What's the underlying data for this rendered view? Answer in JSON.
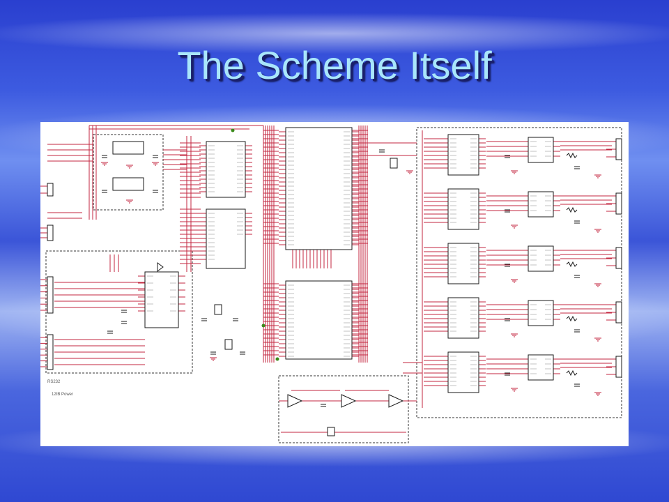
{
  "slide": {
    "title": "The Scheme Itself"
  },
  "schematic": {
    "labels": {
      "power": "12IB Power",
      "rs232": "RS232"
    },
    "colors": {
      "wire": "#c3263f",
      "outline": "#1a1a1a",
      "region_border": "#333333",
      "text": "#555555",
      "title_text": "#a9e6fb"
    }
  }
}
